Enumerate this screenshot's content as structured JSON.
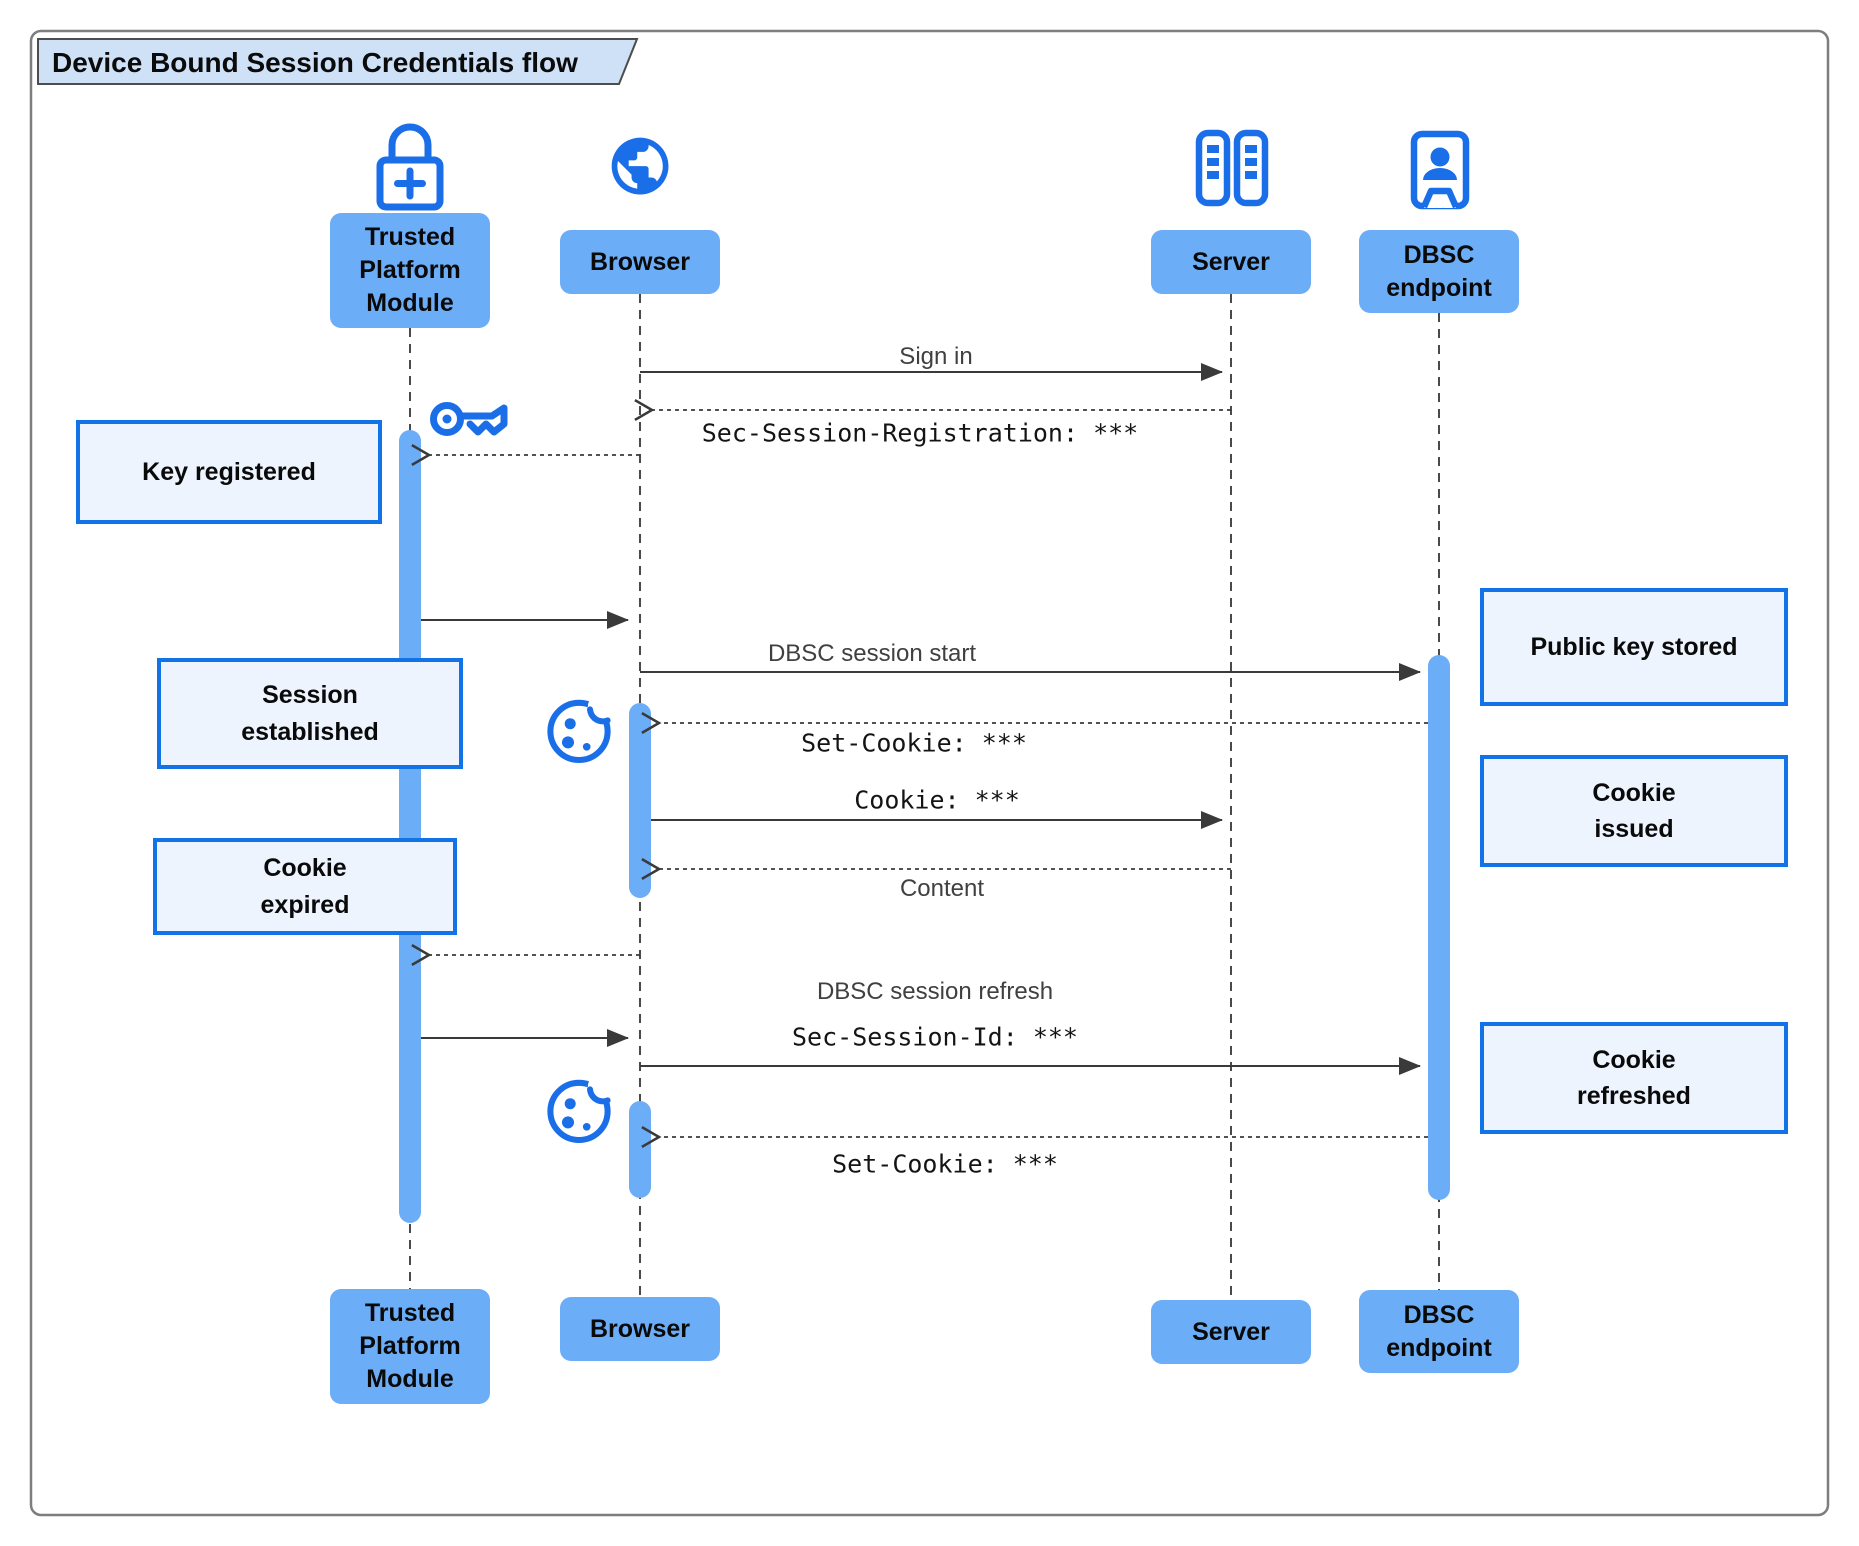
{
  "title": "Device Bound Session Credentials flow",
  "participants": {
    "tpm": {
      "label": "Trusted Platform Module",
      "icon": "lock-plus-icon"
    },
    "browser": {
      "label": "Browser",
      "icon": "globe-icon"
    },
    "server": {
      "label": "Server",
      "icon": "server-rack-icon"
    },
    "dbsc": {
      "label": "DBSC endpoint",
      "icon": "door-person-icon"
    }
  },
  "messages": {
    "sign_in": "Sign in",
    "sec_session_registration": "Sec-Session-Registration: ***",
    "dbsc_session_start": "DBSC session start",
    "set_cookie_1": "Set-Cookie: ***",
    "cookie": "Cookie: ***",
    "content": "Content",
    "dbsc_session_refresh": "DBSC session refresh",
    "sec_session_id": "Sec-Session-Id: ***",
    "set_cookie_2": "Set-Cookie: ***"
  },
  "notes": {
    "key_registered": "Key registered",
    "session_established": "Session established",
    "cookie_expired": "Cookie expired",
    "public_key_stored": "Public key stored",
    "cookie_issued": "Cookie issued",
    "cookie_refreshed": "Cookie refreshed"
  },
  "icons": [
    "lock-plus-icon",
    "globe-icon",
    "server-rack-icon",
    "door-person-icon",
    "key-icon",
    "cookie-icon"
  ],
  "colors": {
    "accent_blue": "#1a6fe8",
    "participant_fill": "#6cadf8",
    "activation_fill": "#6cadf8",
    "note_fill": "#edf4fd",
    "note_border": "#1273e6",
    "title_tab_fill": "#cfe1f7",
    "arrow": "#3a3a3a"
  }
}
